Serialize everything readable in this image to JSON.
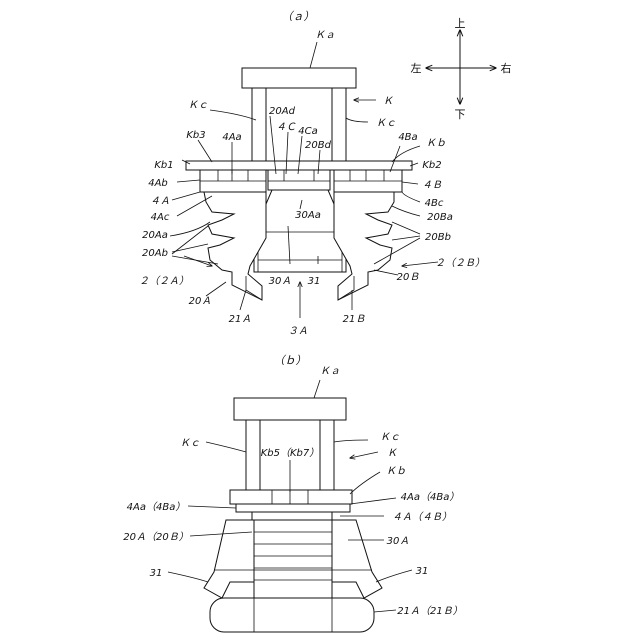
{
  "panel_a": {
    "caption": "（ａ）",
    "compass": {
      "up": "上",
      "down": "下",
      "left": "左",
      "right": "右"
    },
    "labels": {
      "Ka": "Ｋａ",
      "K": "Ｋ",
      "Kc_left": "Ｋｃ",
      "Kc_right": "Ｋｃ",
      "Kb": "Ｋｂ",
      "Kb1": "Kb1",
      "Kb2": "Kb2",
      "Kb3": "Kb3",
      "4Aa": "4Aa",
      "4Ab": "4Ab",
      "4A": "４Ａ",
      "4Ac": "4Ac",
      "20Ad": "20Ad",
      "4C": "４Ｃ",
      "4Ca": "4Ca",
      "20Bd": "20Bd",
      "4Ba": "4Ba",
      "4B": "４Ｂ",
      "4Bc": "4Bc",
      "20Ba": "20Ba",
      "20Bb": "20Bb",
      "30Aa": "30Aa",
      "20Aa": "20Aa",
      "20Ab": "20Ab",
      "2_2A": "２（２Ａ）",
      "2_2B": "２（２Ｂ）",
      "20A": "20Ａ",
      "20B": "20Ｂ",
      "30A": "30Ａ",
      "31": "31",
      "21A": "21Ａ",
      "21B": "21Ｂ",
      "3A": "３Ａ"
    }
  },
  "panel_b": {
    "caption": "（ｂ）",
    "labels": {
      "Ka": "Ｋａ",
      "Kc_left": "Ｋｃ",
      "Kc_right": "Ｋｃ",
      "Kb5": "Kb5（Kb7）",
      "K": "Ｋ",
      "Kb": "Ｋｂ",
      "4Aa_left": "4Aa（4Ba）",
      "4Aa_right": "4Aa（4Ba）",
      "4A_4B": "４Ａ（４Ｂ）",
      "20A_20B": "20Ａ（20Ｂ）",
      "30A": "30Ａ",
      "31_left": "31",
      "31_right": "31",
      "21A_21B": "21Ａ（21Ｂ）"
    }
  }
}
